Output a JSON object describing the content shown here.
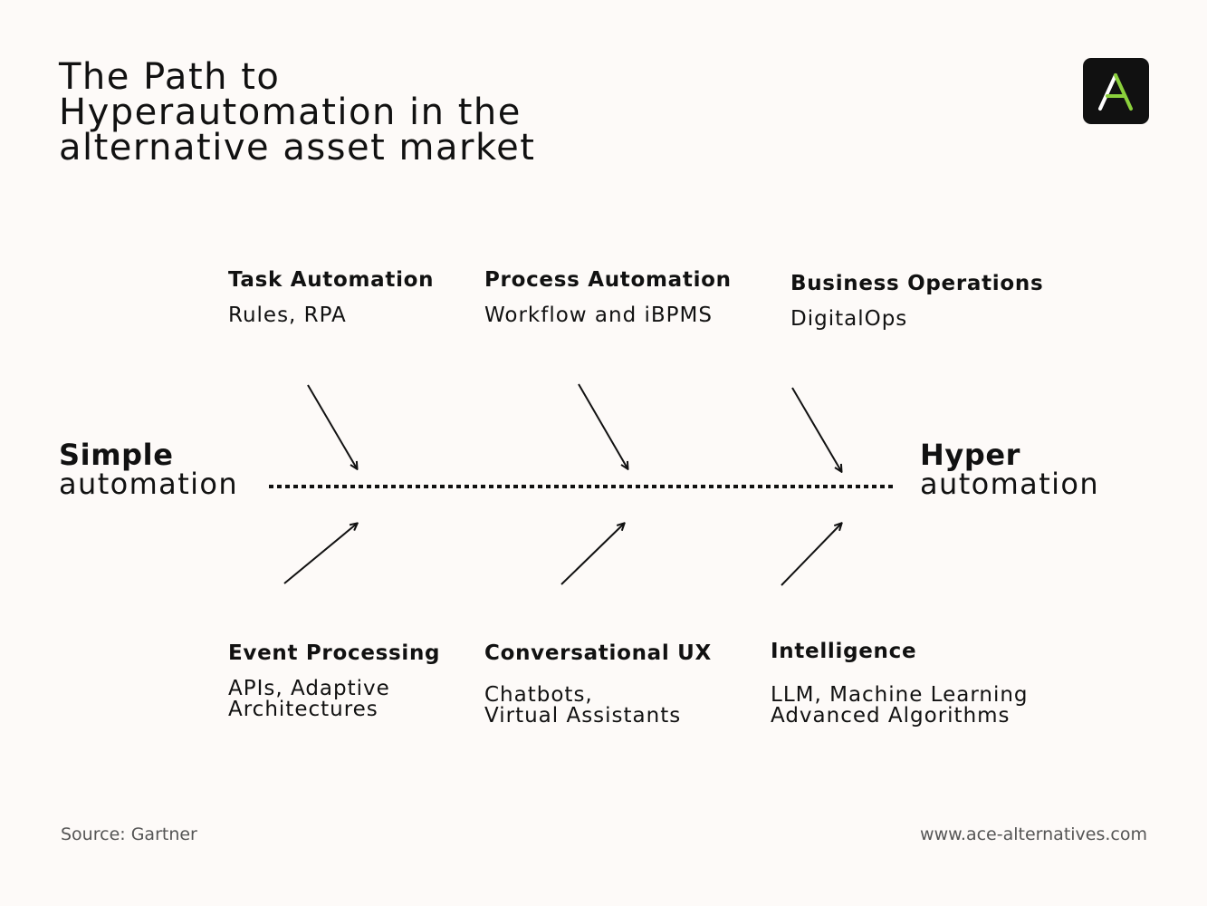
{
  "title": "The Path to\nHyperautomation in the\nalternative asset market",
  "logo": {
    "letter": "A",
    "accent": "#8bd03c"
  },
  "start": {
    "strong": "Simple",
    "light": "automation"
  },
  "end": {
    "strong": "Hyper",
    "light": "automation"
  },
  "top_items": [
    {
      "heading": "Task Automation",
      "detail": "Rules, RPA"
    },
    {
      "heading": "Process Automation",
      "detail": "Workflow and iBPMS"
    },
    {
      "heading": "Business Operations",
      "detail": "DigitalOps"
    }
  ],
  "bottom_items": [
    {
      "heading": "Event Processing",
      "detail": "APIs, Adaptive\nArchitectures"
    },
    {
      "heading": "Conversational UX",
      "detail": "Chatbots,\nVirtual Assistants"
    },
    {
      "heading": "Intelligence",
      "detail": "LLM, Machine Learning\nAdvanced Algorithms"
    }
  ],
  "footer": {
    "source": "Source: Gartner",
    "website": "www.ace-alternatives.com"
  },
  "colors": {
    "background": "#fdfaf8",
    "text": "#111111",
    "footer": "#555555",
    "accent": "#8bd03c"
  }
}
